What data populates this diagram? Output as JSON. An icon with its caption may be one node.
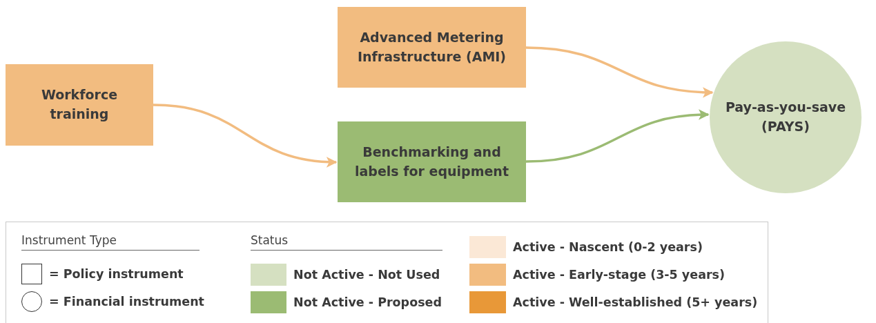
{
  "diagram": {
    "nodes": [
      {
        "text": [
          "Advanced Metering Infrastructure (AMI)"
        ]
      },
      {
        "text": [
          "Workforce training"
        ]
      },
      {
        "text": [
          "Benchmarking and labels for equipment"
        ]
      },
      {
        "text": [
          "Pay-as-you-save (PAYS)"
        ]
      }
    ],
    "edges": [
      {
        "from": 1,
        "to": 2,
        "arrow": "to"
      },
      {
        "from": 0,
        "to": 3,
        "arrow": "to"
      },
      {
        "from": 2,
        "to": 3,
        "arrow": "to",
        "color": "#9bbb73"
      }
    ],
    "labels": [
      "Instrument Type",
      "Status"
    ],
    "legend": [
      {
        "text": "= Policy instrument"
      },
      {
        "text": "= Financial instrument"
      },
      {
        "text": "Not Active - Not Used",
        "color": "#d5e0c1"
      },
      {
        "text": "Not Active - Proposed",
        "color": "#9bbb73"
      },
      {
        "text": "Active - Nascent (0-2 years)",
        "color": "#fbe8d6"
      },
      {
        "text": "Active - Early-stage (3-5 years)",
        "color": "#f2bc80"
      },
      {
        "text": "Active - Well-established (5+ years)",
        "color": "#e89838"
      }
    ]
  }
}
